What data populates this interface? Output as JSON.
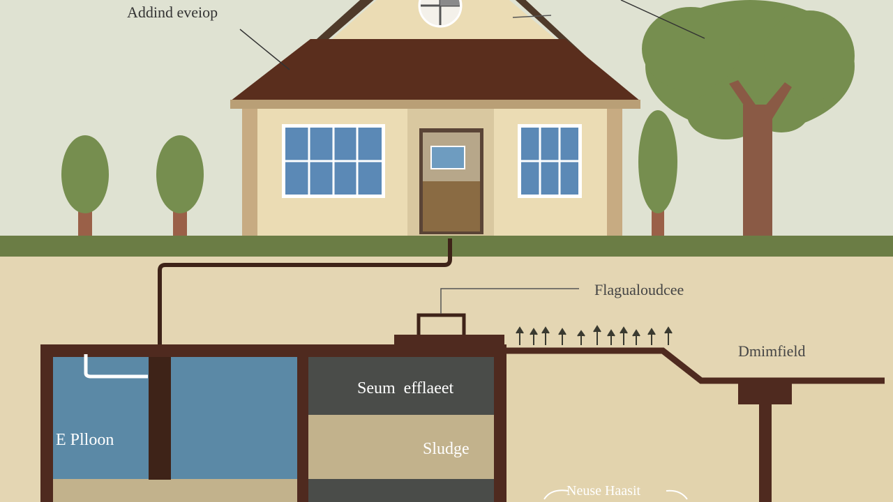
{
  "labels": {
    "roof_vent": "Addind eveiop",
    "flag": "Flagualoudcee",
    "drainfield": "Dmimfield",
    "scum": "Seum  efflaeet",
    "sludge": "Sludge",
    "influent": "E Plloon",
    "bottom": "Neuse Haasit"
  },
  "colors": {
    "sky": "#dfe2d2",
    "grass": "#6b7d45",
    "soil": "#e4d6b3",
    "tank_wall": "#4f2a1f",
    "water": "#5b89a6",
    "scum_layer": "#4a4c49",
    "sludge_layer": "#c2b28c",
    "roof": "#5a2e1d",
    "wall": "#ebdcb4",
    "tree": "#768e4f",
    "trunk": "#8a5a45"
  }
}
